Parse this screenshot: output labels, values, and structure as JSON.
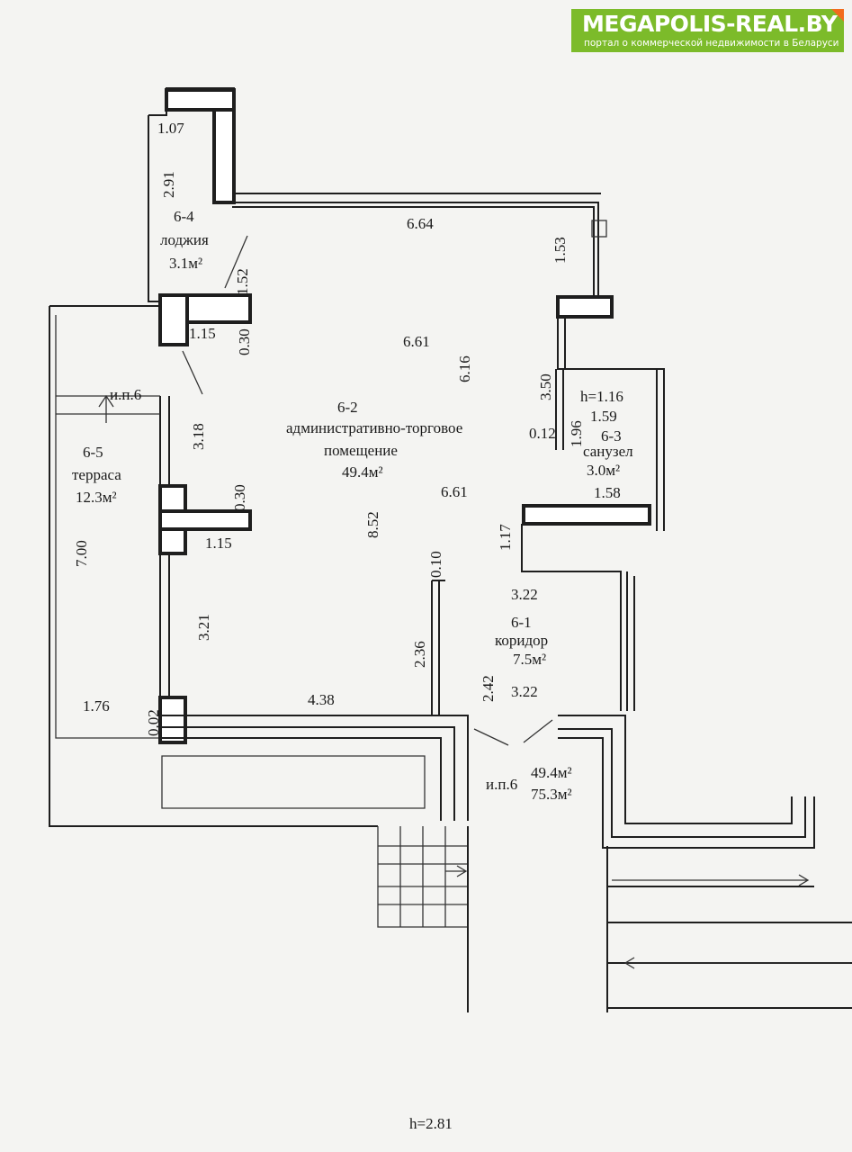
{
  "logo": {
    "title": "MEGAPOLIS-REAL.BY",
    "subtitle": "портал о коммерческой недвижимости в Беларуси",
    "color": "#7cbb2a",
    "accent": "#f26b1d"
  },
  "rooms": {
    "loggia": {
      "id": "6-4",
      "name": "лоджия",
      "area": "3.1м²"
    },
    "main": {
      "id": "6-2",
      "name": "административно-торговое",
      "name2": "помещение",
      "area": "49.4м²"
    },
    "wc": {
      "id": "6-3",
      "name": "санузел",
      "area": "3.0м²",
      "height": "h=1.16"
    },
    "terrace": {
      "id": "6-5",
      "name": "терраса",
      "area": "12.3м²"
    },
    "corridor": {
      "id": "6-1",
      "name": "коридор",
      "area": "7.5м²"
    }
  },
  "dimensions": [
    "1.07",
    "2.91",
    "6.64",
    "1.53",
    "1.52",
    "1.15",
    "0.30",
    "6.61",
    "6.16",
    "3.50",
    "1.59",
    "1.96",
    "0.12",
    "3.18",
    "0.30",
    "1.15",
    "6.61",
    "1.58",
    "1.17",
    "8.52",
    "0.10",
    "3.22",
    "7.00",
    "3.21",
    "2.36",
    "2.42",
    "3.22",
    "1.76",
    "0.02",
    "4.38"
  ],
  "notes": {
    "ip6_top": "и.п.6",
    "ip6_bottom": "и.п.6",
    "total1": "49.4м²",
    "total2": "75.3м²",
    "ceiling_height": "h=2.81"
  }
}
